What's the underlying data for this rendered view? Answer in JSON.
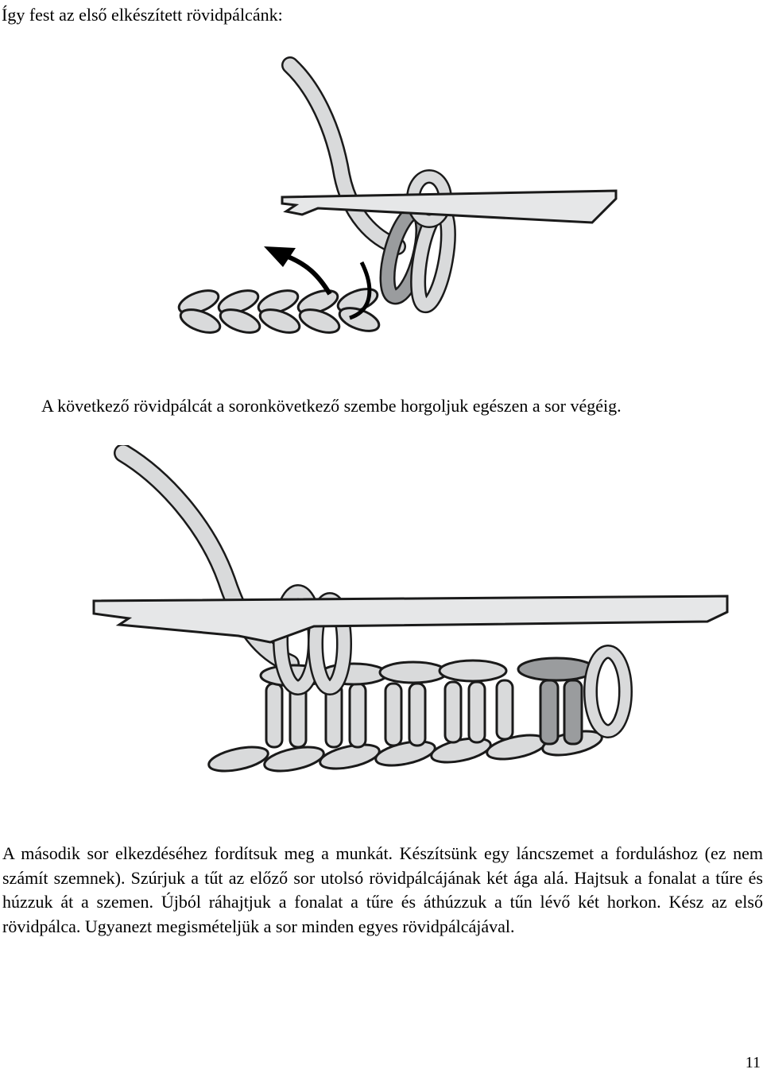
{
  "heading": "Így fest az első elkészített rövidpálcánk:",
  "caption": "A következő rövidpálcát a soronkövetkező szembe horgoljuk egészen a sor végéig.",
  "paragraph": "A második sor elkezdéséhez fordítsuk meg a munkát. Készítsünk egy láncszemet a forduláshoz (ez nem számít szemnek). Szúrjuk a tűt az előző sor utolsó rövidpálcájának két ága alá. Hajtsuk a fonalat a tűre és húzzuk át a szemen. Újból ráhajtjuk a fonalat a tűre és áthúzzuk a tűn lévő két horkon. Kész az első rövidpálca. Ugyanezt megismételjük a sor minden egyes rövidpálcájával.",
  "page_number": "11",
  "colors": {
    "yarn": "#d9dadb",
    "yarn_highlight": "#9a9c9e",
    "outline": "#1a1a1a",
    "hook": "#e6e7e8"
  }
}
